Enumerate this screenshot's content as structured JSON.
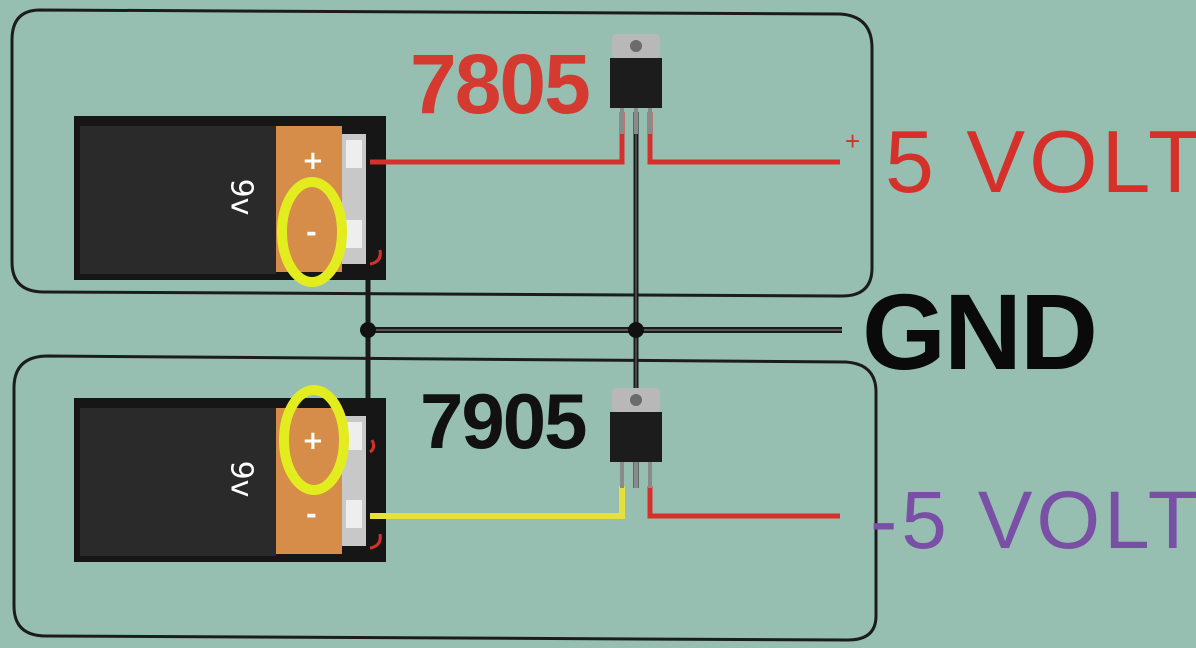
{
  "labels": {
    "reg_top": "7805",
    "reg_bottom": "7905",
    "gnd": "GND",
    "out_pos": "5 VOLT",
    "out_pos_sign": "+",
    "out_neg": "-5 VOLT"
  },
  "batteries": {
    "top": {
      "voltage": "9v",
      "plus": "+",
      "minus": "-"
    },
    "bottom": {
      "voltage": "9v",
      "plus": "+",
      "minus": "-"
    }
  },
  "colors": {
    "background": "#96bfb1",
    "wire_positive": "#d6302a",
    "wire_ground": "#1a1a1a",
    "wire_negative": "#e8e03a",
    "highlight": "#e2ec1e",
    "label_7805": "#d53a30",
    "label_neg": "#7a4fa6"
  },
  "icons": [
    "battery-9v-icon",
    "voltage-regulator-icon"
  ]
}
